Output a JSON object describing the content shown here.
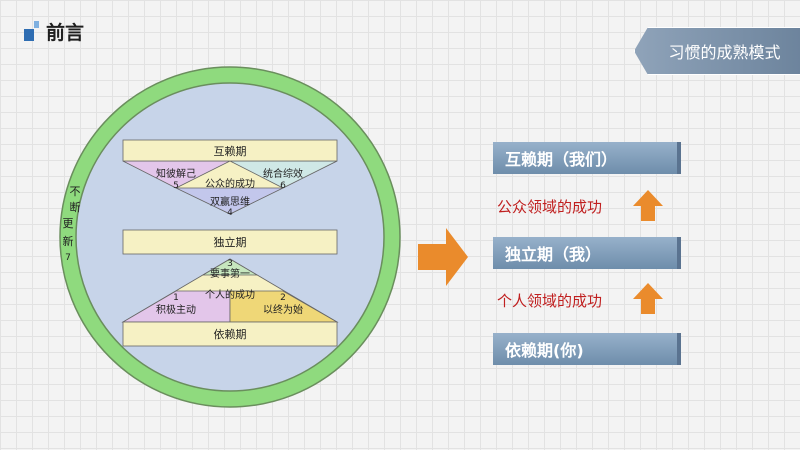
{
  "header": {
    "title": "前言"
  },
  "tag": {
    "label": "习惯的成熟模式"
  },
  "diagram": {
    "top_bar": "互赖期",
    "middle_bar": "独立期",
    "bottom_bar": "依赖期",
    "upper_triangle": [
      {
        "text": "知彼解己",
        "num": "5"
      },
      {
        "text": "公众的成功",
        "num": ""
      },
      {
        "text": "统合综效",
        "num": "6"
      },
      {
        "text": "双赢思维",
        "num": "4"
      }
    ],
    "lower_triangle": [
      {
        "text": "要事第一",
        "num": "3"
      },
      {
        "text": "个人的成功",
        "num": ""
      },
      {
        "text": "积极主动",
        "num": "1"
      },
      {
        "text": "以终为始",
        "num": "2"
      }
    ],
    "ring_chars": [
      "不",
      "断",
      "更",
      "新"
    ],
    "ring_num": "7"
  },
  "stages": [
    {
      "label": "互赖期（我们）"
    },
    {
      "label": "独立期（我）"
    },
    {
      "label": "依赖期(你)"
    }
  ],
  "arrow_labels": [
    "公众领域的成功",
    "个人领域的成功"
  ],
  "colors": {
    "ring": "#8fda7e",
    "inner": "#c7d4e9",
    "bar": "#f6f1c4",
    "arrow": "#ea8b2c",
    "stage_box": "#7f9dbb",
    "red_text": "#c02020"
  }
}
